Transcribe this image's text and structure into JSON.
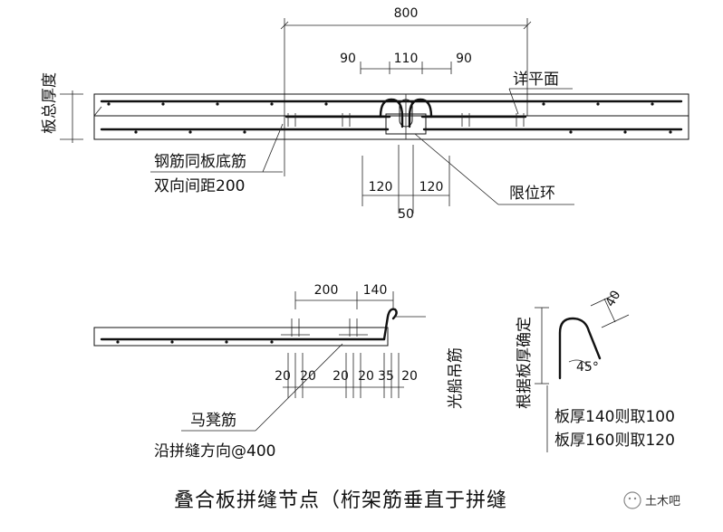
{
  "dimensions": {
    "top_total": "800",
    "top_left": "90",
    "top_mid": "110",
    "top_right": "90",
    "bottom_left": "120",
    "bottom_right": "120",
    "bottom_gap": "50",
    "lower_a": "200",
    "lower_b": "140",
    "lower_s1": "20",
    "lower_s2": "20",
    "lower_s3": "20",
    "lower_s4": "20",
    "lower_s5": "35",
    "lower_s6": "20",
    "hook_len": "40",
    "hook_angle": "45°"
  },
  "labels": {
    "slab_thickness": "板总厚度",
    "detail_plan": "详平面",
    "rebar_line1": "钢筋同板底筋",
    "rebar_line2": "双向间距200",
    "limit_ring": "限位环",
    "round_lifting_bar": "光船吊筋",
    "stool_bar": "马凳筋",
    "stool_spacing": "沿拼缝方向@400",
    "by_thickness": "根据板厚确定",
    "rule1": "板厚140则取100",
    "rule2": "板厚160则取120"
  },
  "title": "叠合板拼缝节点（桁架筋垂直于拼缝",
  "watermark": "土木吧"
}
